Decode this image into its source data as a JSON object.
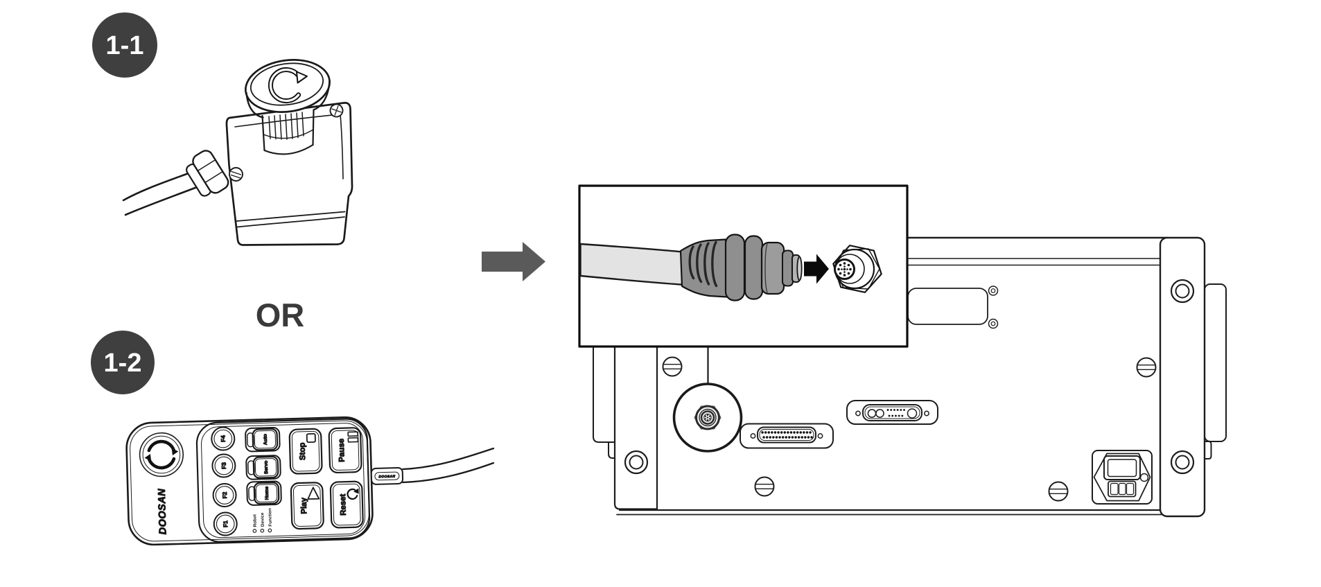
{
  "page": {
    "background": "#ffffff"
  },
  "diagram": {
    "option1_badge": "1-1",
    "option2_badge": "1-2",
    "or_label": "OR"
  },
  "pendant": {
    "brand_label": "DOOSAN",
    "cable_tag_label": "DOOSAN",
    "function_keys": [
      {
        "label": "F4"
      },
      {
        "label": "F3"
      },
      {
        "label": "F2"
      },
      {
        "label": "F1"
      }
    ],
    "toggles": [
      {
        "label": "Auto"
      },
      {
        "label": "Servo"
      },
      {
        "label": "Home"
      }
    ],
    "status_leds": [
      {
        "label": "Robot"
      },
      {
        "label": "Device"
      },
      {
        "label": "Function"
      }
    ],
    "control_buttons": [
      {
        "label": "Stop"
      },
      {
        "label": "Pause"
      },
      {
        "label": "Play"
      },
      {
        "label": "Reset"
      }
    ]
  },
  "colors": {
    "page_bg": "#ffffff",
    "badge_bg": "#3f3f3f",
    "badge_text": "#ffffff",
    "or_text": "#3a3a3a",
    "intro_arrow": "#5a5a5a",
    "insert_arrow": "#0a0a0a",
    "line": "#1a1a1a",
    "inset_border": "#0d0d0d",
    "cable_fill": "#e3e3e3",
    "connector_fill": "#8f8f8f",
    "connector_shade": "#6e6e6e"
  }
}
